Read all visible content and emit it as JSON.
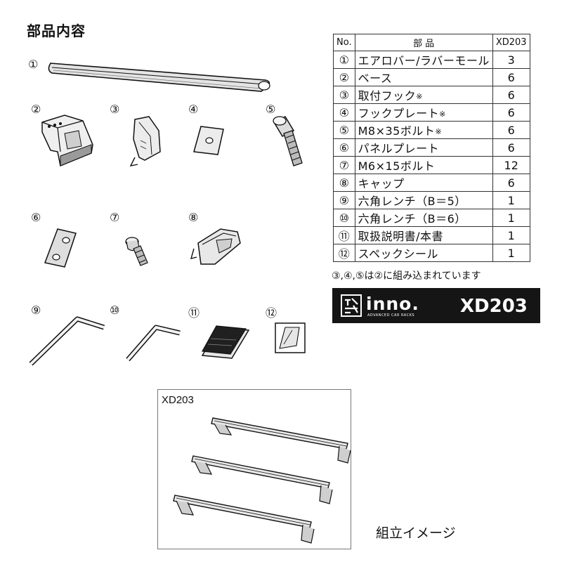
{
  "title": "部品内容",
  "part_labels": [
    "①",
    "②",
    "③",
    "④",
    "⑤",
    "⑥",
    "⑦",
    "⑧",
    "⑨",
    "⑩",
    "⑪",
    "⑫"
  ],
  "table": {
    "headers": [
      "No.",
      "部 品",
      "XD203"
    ],
    "rows": [
      {
        "no": "①",
        "name": "エアロバー/ラバーモール",
        "mark": "",
        "qty": "3"
      },
      {
        "no": "②",
        "name": "ベース",
        "mark": "",
        "qty": "6"
      },
      {
        "no": "③",
        "name": "取付フック",
        "mark": "※",
        "qty": "6"
      },
      {
        "no": "④",
        "name": "フックプレート",
        "mark": "※",
        "qty": "6"
      },
      {
        "no": "⑤",
        "name": "M8×35ボルト",
        "mark": "※",
        "qty": "6"
      },
      {
        "no": "⑥",
        "name": "パネルプレート",
        "mark": "",
        "qty": "6"
      },
      {
        "no": "⑦",
        "name": "M6×15ボルト",
        "mark": "",
        "qty": "12"
      },
      {
        "no": "⑧",
        "name": "キャップ",
        "mark": "",
        "qty": "6"
      },
      {
        "no": "⑨",
        "name": "六角レンチ（B＝5）",
        "mark": "",
        "qty": "1"
      },
      {
        "no": "⑩",
        "name": "六角レンチ（B＝6）",
        "mark": "",
        "qty": "1"
      },
      {
        "no": "⑪",
        "name": "取扱説明書/本書",
        "mark": "",
        "qty": "1"
      },
      {
        "no": "⑫",
        "name": "スペックシール",
        "mark": "",
        "qty": "1"
      }
    ]
  },
  "note": "③,④,⑤は②に組み込まれています",
  "brand": {
    "name": "inno.",
    "tagline": "ADVANCED CAR RACKS",
    "model": "XD203"
  },
  "assembly": {
    "label": "XD203",
    "caption": "組立イメージ"
  }
}
